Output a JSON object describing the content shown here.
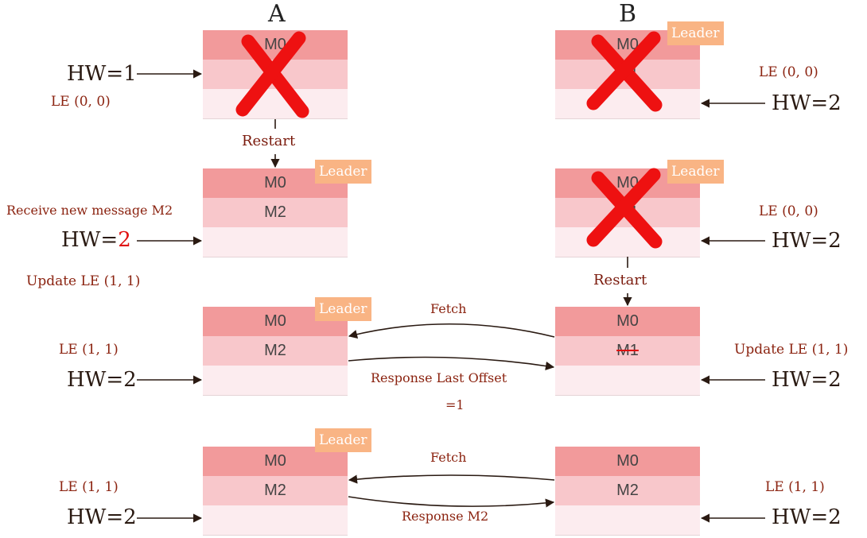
{
  "columns": {
    "a": "A",
    "b": "B"
  },
  "leader_label": "Leader",
  "msg": {
    "m0": "M0",
    "m1": "M1",
    "m2": "M2"
  },
  "row1": {
    "a_hw": "HW=1",
    "a_le": "LE (0, 0)",
    "b_hw": "HW=2",
    "b_le": "LE (0, 0)"
  },
  "row2": {
    "a_receive": "Receive new message M2",
    "a_hw_prefix": "HW=",
    "a_hw_value": "2",
    "a_update": "Update LE (1, 1)",
    "b_hw": "HW=2",
    "b_le": "LE (0, 0)"
  },
  "restart": "Restart",
  "row3": {
    "a_le": "LE (1, 1)",
    "a_hw": "HW=2",
    "b_update": "Update LE (1, 1)",
    "b_hw": "HW=2",
    "fetch": "Fetch",
    "response_line1": "Response Last Offset",
    "response_line2": "=1"
  },
  "row4": {
    "a_le": "LE (1, 1)",
    "a_hw": "HW=2",
    "b_le": "LE (1, 1)",
    "b_hw": "HW=2",
    "fetch": "Fetch",
    "response": "Response M2"
  },
  "colors": {
    "cross": "#ee1111",
    "arrow": "#2a1a12",
    "label": "#8b2310",
    "hw_highlight": "#e01010"
  }
}
